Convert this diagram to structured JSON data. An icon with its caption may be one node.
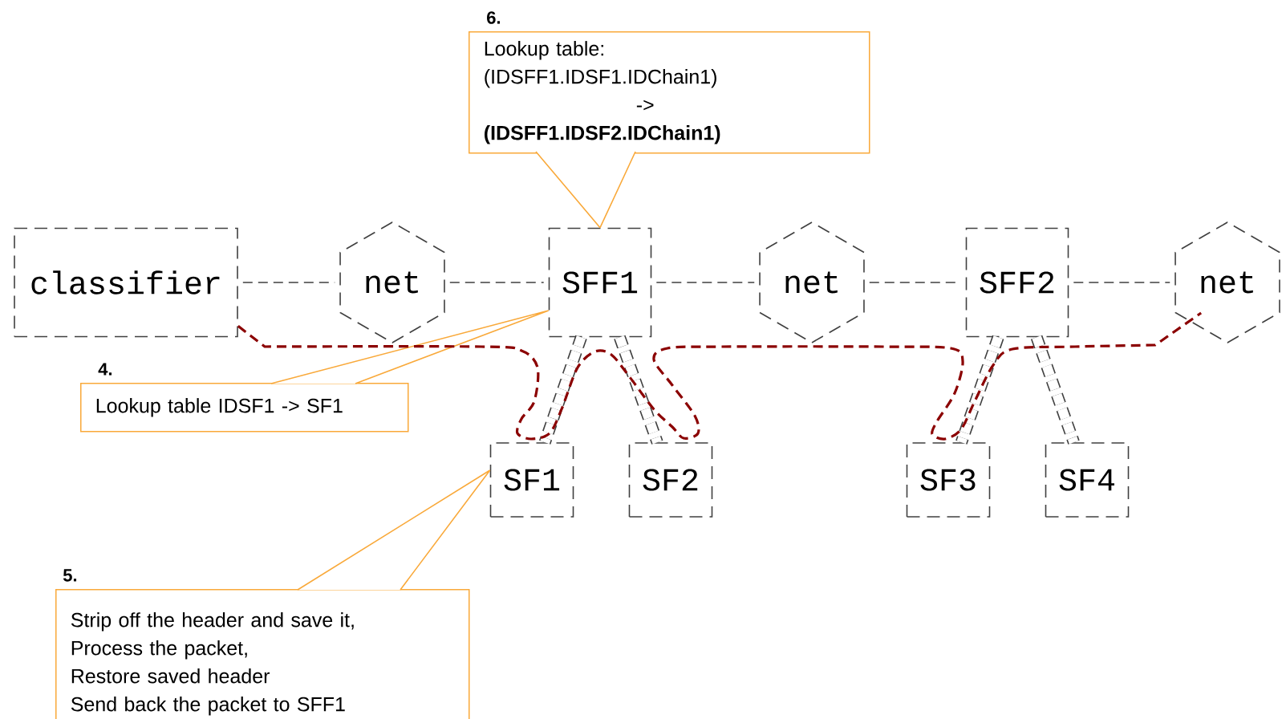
{
  "diagram": {
    "nodes": [
      {
        "text": [
          "6.",
          "Lookup table:",
          "(IDSFF1.IDSF1.IDChain1)",
          "->",
          "(IDSFF1.IDSF2.IDChain1)"
        ]
      },
      {
        "text": [
          "classifier"
        ]
      },
      {
        "text": [
          "net"
        ]
      },
      {
        "text": [
          "SFF1"
        ]
      },
      {
        "text": [
          "net"
        ]
      },
      {
        "text": [
          "SFF2"
        ]
      },
      {
        "text": [
          "net"
        ]
      },
      {
        "text": [
          "4.",
          "Lookup table IDSF1 -> SF1"
        ]
      },
      {
        "text": [
          "SF1"
        ]
      },
      {
        "text": [
          "SF2"
        ]
      },
      {
        "text": [
          "SF3"
        ]
      },
      {
        "text": [
          "SF4"
        ]
      },
      {
        "text": [
          "5.",
          "Strip off the header and save it,",
          "Process the packet,",
          "Restore saved header",
          "Send back the packet to SFF1"
        ]
      }
    ],
    "edges": [
      {
        "from": 1,
        "to": 2,
        "arrow": "none",
        "style": "dashed"
      },
      {
        "from": 2,
        "to": 3,
        "arrow": "none",
        "style": "dashed"
      },
      {
        "from": 3,
        "to": 4,
        "arrow": "none",
        "style": "dashed"
      },
      {
        "from": 4,
        "to": 5,
        "arrow": "none",
        "style": "dashed"
      },
      {
        "from": 5,
        "to": 6,
        "arrow": "none",
        "style": "dashed"
      },
      {
        "from": 3,
        "to": 8,
        "arrow": "none",
        "style": "dashed"
      },
      {
        "from": 3,
        "to": 9,
        "arrow": "none",
        "style": "dashed"
      },
      {
        "from": 5,
        "to": 10,
        "arrow": "none",
        "style": "dashed"
      },
      {
        "from": 5,
        "to": 11,
        "arrow": "none",
        "style": "dashed"
      },
      {
        "from": 0,
        "to": 3,
        "arrow": "none",
        "color": "#f9a93a"
      },
      {
        "from": 7,
        "to": 3,
        "arrow": "none",
        "color": "#f9a93a"
      },
      {
        "from": 12,
        "to": 8,
        "arrow": "none",
        "color": "#f9a93a"
      },
      {
        "from": 1,
        "to": 6,
        "arrow": "none",
        "style": "dashed",
        "color": "#8b0000"
      }
    ]
  }
}
